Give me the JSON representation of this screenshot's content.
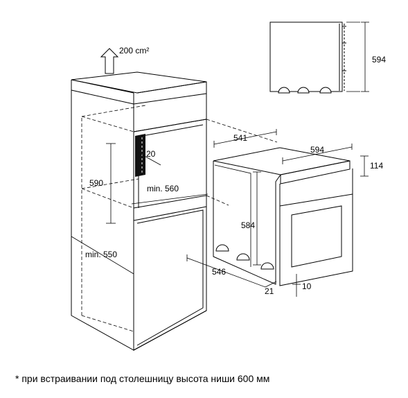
{
  "labels": {
    "vent_area": "200 cm²",
    "niche_height": "590",
    "vent_gap": "20",
    "niche_min_width": "min. 560",
    "niche_min_depth": "min. 550",
    "oven_depth": "541",
    "oven_width": "594",
    "panel_height": "114",
    "oven_body_height": "584",
    "oven_side_depth": "546",
    "bottom_offset": "21",
    "door_offset": "10",
    "side_height": "594"
  },
  "footnote": "* при встраивании под столешницу высота ниши 600 мм"
}
